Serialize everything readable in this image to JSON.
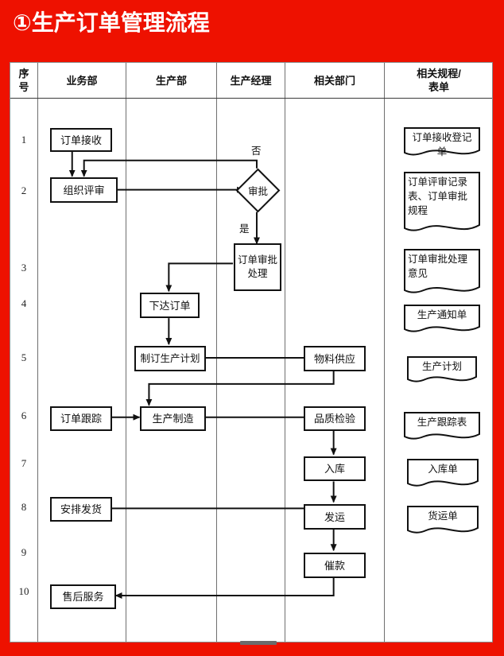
{
  "title": "①生产订单管理流程",
  "accent_color": "#ee1100",
  "table": {
    "columns": [
      {
        "key": "seq",
        "label": "序\n号"
      },
      {
        "key": "sales",
        "label": "业务部"
      },
      {
        "key": "production",
        "label": "生产部"
      },
      {
        "key": "manager",
        "label": "生产经理"
      },
      {
        "key": "related",
        "label": "相关部门"
      },
      {
        "key": "docs",
        "label": "相关规程/\n表单"
      }
    ],
    "row_numbers": [
      "1",
      "2",
      "3",
      "4",
      "5",
      "6",
      "7",
      "8",
      "9",
      "10"
    ]
  },
  "nodes": {
    "order_receive": {
      "label": "订单接收",
      "column": "业务部",
      "row": "1",
      "type": "process"
    },
    "organize_review": {
      "label": "组织评审",
      "column": "业务部",
      "row": "2",
      "type": "process"
    },
    "approval": {
      "label": "审批",
      "column": "生产经理",
      "row": "2",
      "type": "decision"
    },
    "order_approval_handle": {
      "label": "订单审批处理",
      "column": "生产经理",
      "row": "3",
      "type": "process"
    },
    "issue_order": {
      "label": "下达订单",
      "column": "生产部",
      "row": "4",
      "type": "process"
    },
    "make_plan": {
      "label": "制订生产计划",
      "column": "生产部",
      "row": "5",
      "type": "process"
    },
    "material_supply": {
      "label": "物料供应",
      "column": "相关部门",
      "row": "5",
      "type": "process"
    },
    "order_tracking": {
      "label": "订单跟踪",
      "column": "业务部",
      "row": "6",
      "type": "process"
    },
    "manufacture": {
      "label": "生产制造",
      "column": "生产部",
      "row": "6",
      "type": "process"
    },
    "quality_check": {
      "label": "品质检验",
      "column": "相关部门",
      "row": "6",
      "type": "process"
    },
    "warehousing": {
      "label": "入库",
      "column": "相关部门",
      "row": "7",
      "type": "process"
    },
    "shipping": {
      "label": "发运",
      "column": "相关部门",
      "row": "8",
      "type": "process"
    },
    "arrange_delivery": {
      "label": "安排发货",
      "column": "业务部",
      "row": "8",
      "type": "process"
    },
    "payment_reminder": {
      "label": "催款",
      "column": "相关部门",
      "row": "9",
      "type": "process"
    },
    "after_sales": {
      "label": "售后服务",
      "column": "业务部",
      "row": "10",
      "type": "process"
    }
  },
  "edge_labels": {
    "no": "否",
    "yes": "是"
  },
  "documents": [
    {
      "id": "doc1",
      "label": "订单接收登记单"
    },
    {
      "id": "doc2",
      "label": "订单评审记录表、订单审批规程"
    },
    {
      "id": "doc3",
      "label": "订单审批处理意见"
    },
    {
      "id": "doc4",
      "label": "生产通知单"
    },
    {
      "id": "doc5",
      "label": "生产计划"
    },
    {
      "id": "doc6",
      "label": "生产跟踪表"
    },
    {
      "id": "doc7",
      "label": "入库单"
    },
    {
      "id": "doc8",
      "label": "货运单"
    }
  ]
}
